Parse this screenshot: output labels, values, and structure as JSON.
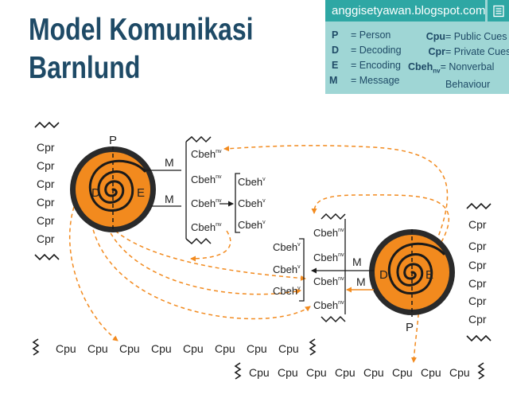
{
  "title_line1": "Model Komunikasi",
  "title_line2": "Barnlund",
  "legend": {
    "site": "anggisetyawan.blogspot.com",
    "share_icon": "share-icon",
    "left": [
      {
        "key": "P",
        "value": "= Person"
      },
      {
        "key": "D",
        "value": "= Decoding"
      },
      {
        "key": "E",
        "value": "= Encoding"
      },
      {
        "key": "M",
        "value": "= Message"
      }
    ],
    "right": [
      {
        "key": "Cpu",
        "value": "= Public Cues"
      },
      {
        "key": "Cpr",
        "value": "= Private Cues"
      },
      {
        "key": "Cbeh",
        "sub": "nv",
        "value": "= Nonverbal",
        "value2": "Behaviour"
      }
    ]
  },
  "person_left": {
    "p": "P",
    "d": "D",
    "e": "E"
  },
  "person_right": {
    "p": "P",
    "d": "D",
    "e": "E"
  },
  "messages": {
    "m1": "M",
    "m2": "M",
    "m3": "M",
    "m4": "M"
  },
  "cpr": "Cpr",
  "cpu": "Cpu",
  "cbeh": "Cbeh",
  "nv": "nv",
  "v": "v",
  "colors": {
    "orange": "#f28a1e",
    "dark": "#1a1a1a",
    "title": "#1e4a66",
    "legend_bg": "#9fd6d5",
    "legend_head": "#2ea7a4"
  }
}
